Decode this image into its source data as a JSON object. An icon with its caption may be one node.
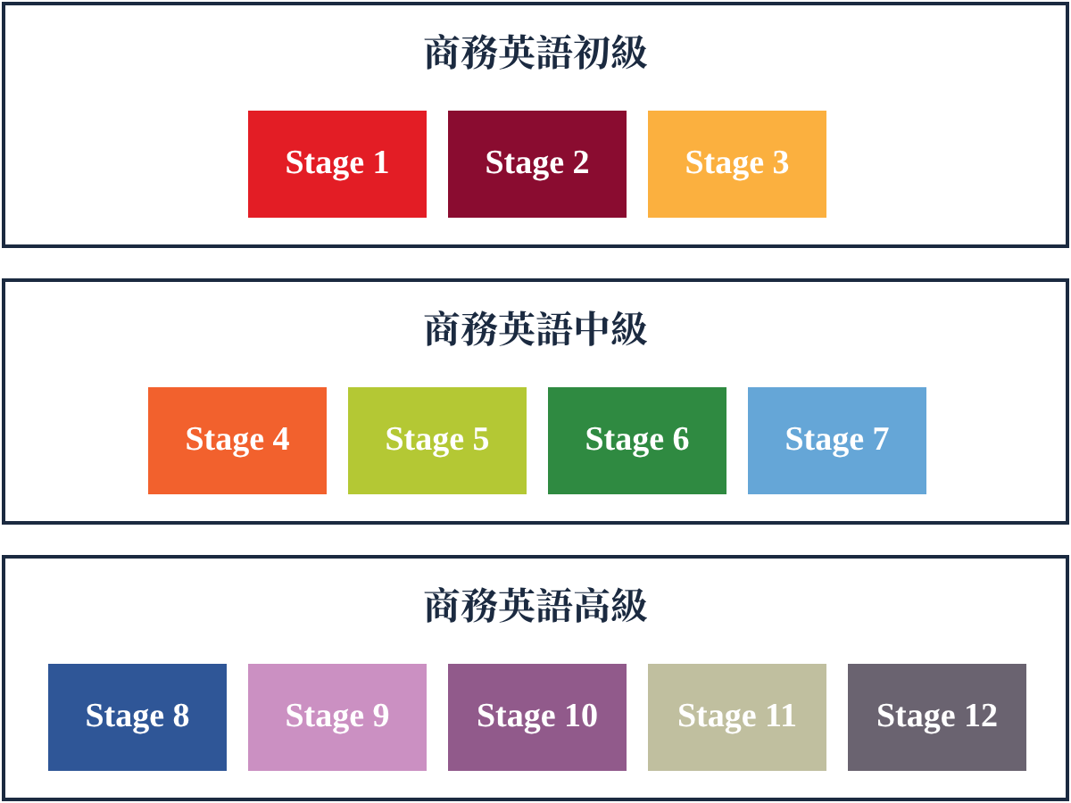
{
  "diagram": {
    "nodes": [
      {
        "text": [
          "商務英語初級"
        ]
      },
      {
        "text": [
          "Stage 1"
        ],
        "in": 0
      },
      {
        "text": [
          "Stage 2"
        ],
        "in": 0
      },
      {
        "text": [
          "Stage 3"
        ],
        "in": 0
      },
      {
        "text": [
          "商務英語中級"
        ]
      },
      {
        "text": [
          "Stage 4"
        ],
        "in": 4
      },
      {
        "text": [
          "Stage 5"
        ],
        "in": 4
      },
      {
        "text": [
          "Stage 6"
        ],
        "in": 4
      },
      {
        "text": [
          "Stage 7"
        ],
        "in": 4
      },
      {
        "text": [
          "商務英語高級"
        ]
      },
      {
        "text": [
          "Stage 8"
        ],
        "in": 9
      },
      {
        "text": [
          "Stage 9"
        ],
        "in": 9
      },
      {
        "text": [
          "Stage 10"
        ],
        "in": 9
      },
      {
        "text": [
          "Stage 11"
        ],
        "in": 9
      },
      {
        "text": [
          "Stage 12"
        ],
        "in": 9
      }
    ]
  }
}
